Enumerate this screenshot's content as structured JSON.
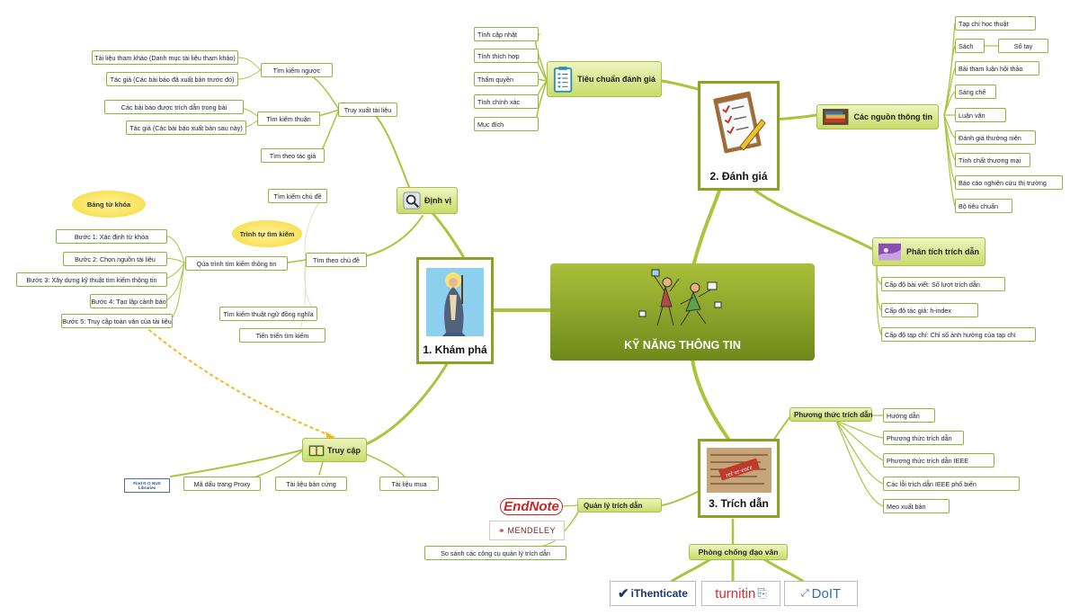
{
  "center": {
    "title": "KỸ NĂNG THÔNG TIN"
  },
  "branches": {
    "kham_pha": "1. Khám phá",
    "danh_gia": "2. Đánh giá",
    "trich_dan": "3. Trích dẫn"
  },
  "dinh_vi": {
    "label": "Định vị",
    "truy_xuat": "Truy xuất tài liệu",
    "tim_kiem_nguoc": "Tìm kiếm ngược",
    "tl_tham_khao": "Tài liệu tham khảo (Danh mục tài liệu tham khảo)",
    "tac_gia_truoc": "Tác giả (Các bài báo đã xuất bản trước đó)",
    "tim_kiem_thuan": "Tìm kiếm thuận",
    "bai_trich_dan": "Các bài báo được trích dẫn trong bài",
    "tac_gia_sau": "Tác giả (Các bài báo xuất bản sau này)",
    "tim_theo_tac_gia": "Tìm theo tác giả",
    "tim_kiem_chu_de": "Tìm kiếm chủ đề",
    "tim_theo_chu_de": "Tìm theo chủ đề",
    "bang_tu_khoa": "Bảng từ khóa",
    "trinh_tu": "Trình tự tìm kiếm",
    "quy_trinh": "Qúa trình tìm kiếm thông tin",
    "buoc1": "Bước 1: Xác định từ khóa",
    "buoc2": "Bước 2: Chọn nguồn tài liệu",
    "buoc3": "Bước 3: Xây dựng kỹ thuật tìm kiếm thông tin",
    "buoc4": "Bước 4: Tạo lập cảnh báo",
    "buoc5": "Bước 5: Truy cập toàn văn của tài liệu",
    "dong_nghia": "Tìm kiếm thuật ngữ đồng nghĩa",
    "tien_trien": "Tiến triển tìm kiếm"
  },
  "truy_cap": {
    "label": "Truy cập",
    "findit": "Find It @ NUS Libraries",
    "proxy": "Mã dấu trang Proxy",
    "ban_cung": "Tài liệu bản cứng",
    "mua": "Tài liệu mua"
  },
  "tieu_chuan": {
    "label": "Tiêu chuẩn đánh giá",
    "items": [
      "Tính cập nhật",
      "Tính thích hợp",
      "Thẩm quyền",
      "Tính chính xác",
      "Mục đích"
    ]
  },
  "nguon": {
    "label": "Các nguồn thông tin",
    "items": [
      "Tạp chí học thuật",
      "Sách",
      "Bài tham luận hội thảo",
      "Sáng chế",
      "Luận văn",
      "Đánh giá thường niên",
      "Tính chất thương mại",
      "Báo cáo nghiên cứu thị trường",
      "Bộ tiêu chuẩn"
    ],
    "so_tay": "Sổ tay"
  },
  "phan_tich": {
    "label": "Phân tích trích dẫn",
    "items": [
      "Cấp độ bài viết: Số lượt trích dẫn",
      "Cấp độ tác giả: h-index",
      "Cấp độ tạp chí: Chỉ số ảnh hưởng của tạp chí"
    ]
  },
  "phuong_thuc": {
    "label": "Phương thức trích dẫn",
    "items": [
      "Hướng dẫn",
      "Phương thức trích dẫn",
      "Phương thức trích dẫn IEEE",
      "Các lỗi trích dẫn IEEE phổ biến",
      "Mẹo xuất bản"
    ]
  },
  "quan_ly": {
    "label": "Quản lý trích dẫn",
    "endnote": "EndNote",
    "mendeley": "MENDELEY",
    "so_sanh": "So sánh các công cụ quản lý trích dẫn"
  },
  "dao_van": {
    "label": "Phòng chống đạo văn",
    "ithenticate": "iThenticate",
    "turnitin": "turnitin",
    "doit": "DoIT"
  }
}
